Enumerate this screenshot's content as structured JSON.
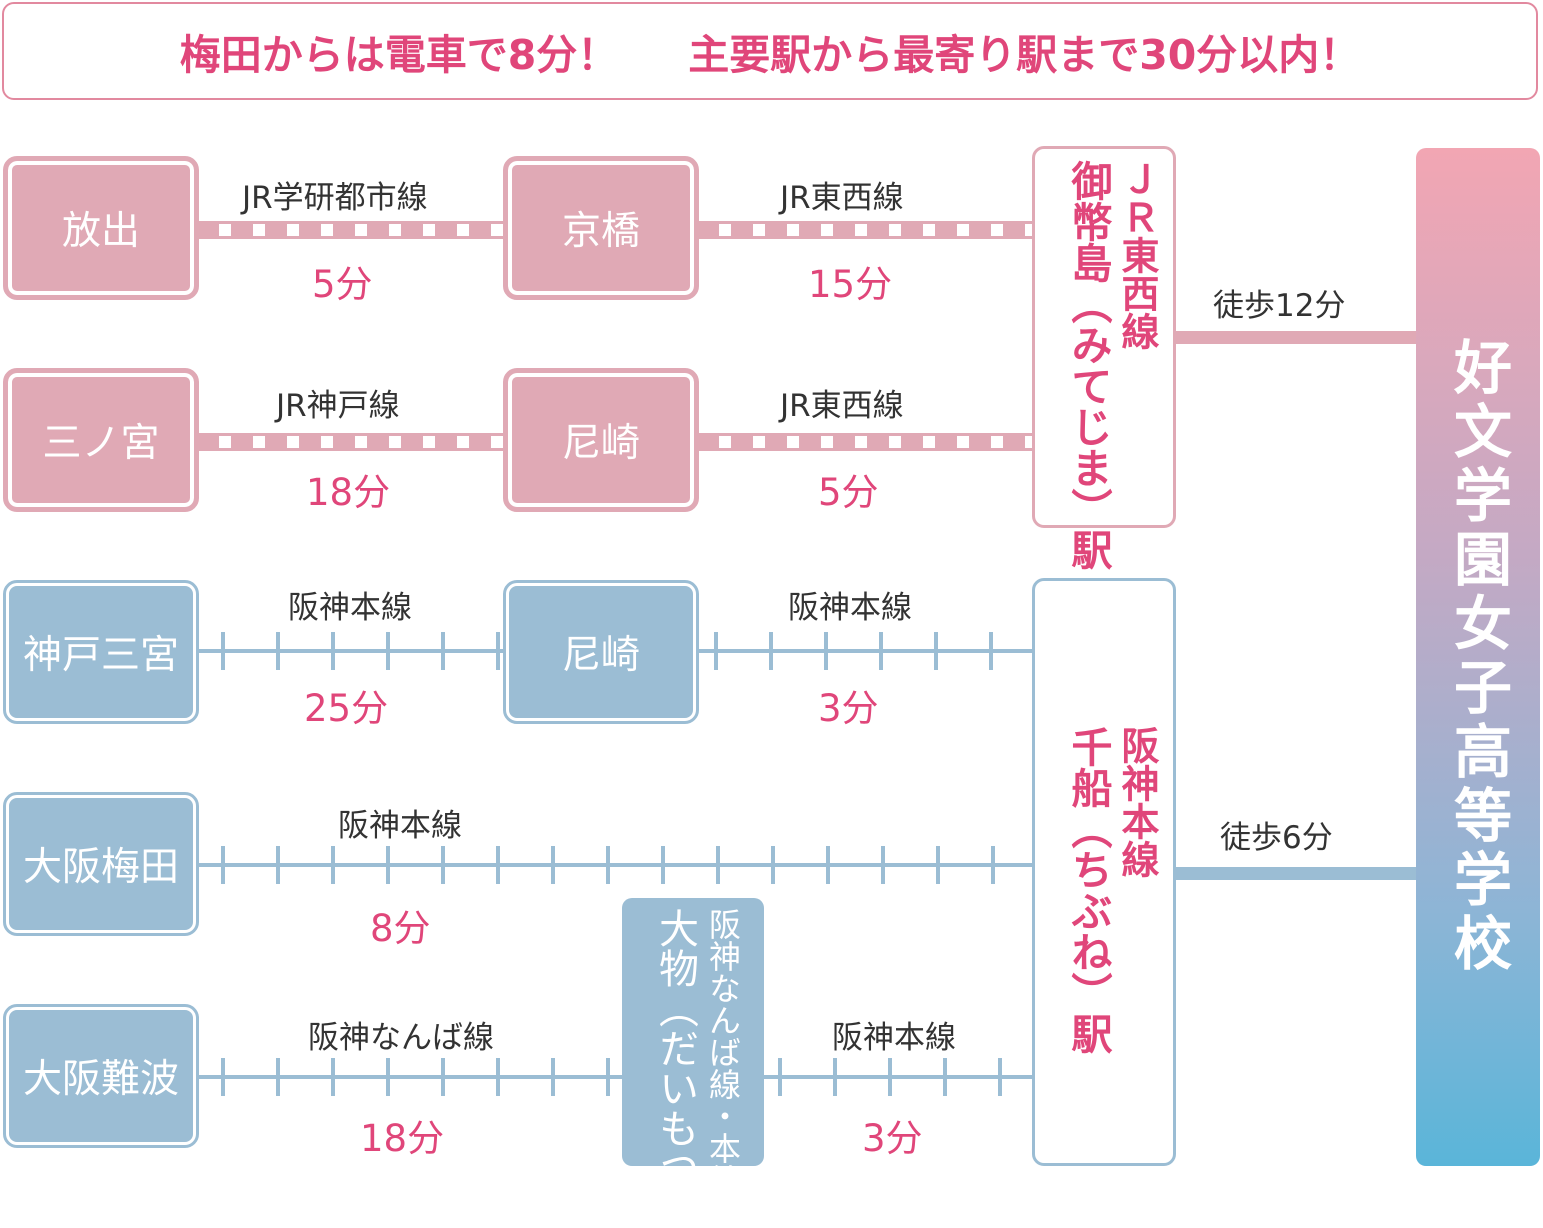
{
  "header": {
    "part1": "梅田からは電車で8分！",
    "part2": "主要駅から最寄り駅まで30分以内！"
  },
  "colors": {
    "jr_pink": "#e0a9b5",
    "hanshin_blue": "#9bbdd4",
    "accent": "#e0467a"
  },
  "routes": {
    "r1": {
      "origin": "放出",
      "line1": "JR学研都市線",
      "time1": "5分",
      "transfer": "京橋",
      "line2": "JR東西線",
      "time2": "15分"
    },
    "r2": {
      "origin": "三ノ宮",
      "line1": "JR神戸線",
      "time1": "18分",
      "transfer": "尼崎",
      "line2": "JR東西線",
      "time2": "5分"
    },
    "r3": {
      "origin": "神戸三宮",
      "line1": "阪神本線",
      "time1": "25分",
      "transfer": "尼崎",
      "line2": "阪神本線",
      "time2": "3分"
    },
    "r4": {
      "origin": "大阪梅田",
      "line1": "阪神本線",
      "time1": "8分"
    },
    "r5": {
      "origin": "大阪難波",
      "line1": "阪神なんば線",
      "time1": "18分",
      "transfer_name": "大物（だいもつ）",
      "transfer_line": "阪神なんば線・本線",
      "line2": "阪神本線",
      "time2": "3分"
    }
  },
  "destinations": {
    "jr": {
      "line": "ＪＲ東西線",
      "station": "御幣島（みてじま）駅",
      "walk": "徒歩12分"
    },
    "hanshin": {
      "line": "阪神本線",
      "station": "千船（ちぶね）駅",
      "walk": "徒歩6分"
    }
  },
  "school": {
    "name": "好文学園女子高等学校"
  }
}
